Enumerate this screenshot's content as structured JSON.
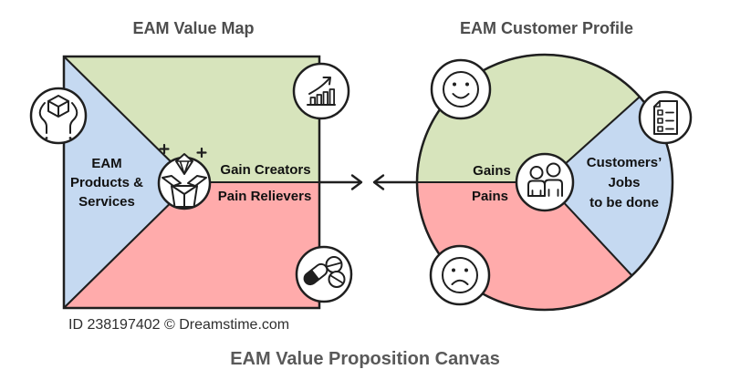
{
  "colors": {
    "green": "#d7e4bc",
    "blue": "#c5d9f1",
    "pink": "#ffabab",
    "line": "#1f1f1f",
    "heading_gray": "#4d4d4d",
    "caption_gray": "#595959"
  },
  "value_map": {
    "title": "EAM Value Map",
    "products_services": [
      "EAM",
      "Products &",
      "Services"
    ],
    "gain_creators": "Gain Creators",
    "pain_relievers": "Pain Relievers",
    "icons": {
      "left": "wrench-holding-box-icon",
      "center": "gift-box-diamond-icon",
      "top_right": "growth-chart-icon",
      "bottom_right": "pills-icon"
    }
  },
  "customer_profile": {
    "title": "EAM Customer Profile",
    "gains": "Gains",
    "pains": "Pains",
    "jobs": [
      "Customers’",
      "Jobs",
      "to be done"
    ],
    "icons": {
      "top_left": "happy-face-icon",
      "right": "checklist-icon",
      "bottom_left": "sad-face-icon",
      "center": "customers-people-icon"
    }
  },
  "watermark": "ID 238197402 © Dreamstime.com",
  "caption": "EAM Value Proposition Canvas"
}
